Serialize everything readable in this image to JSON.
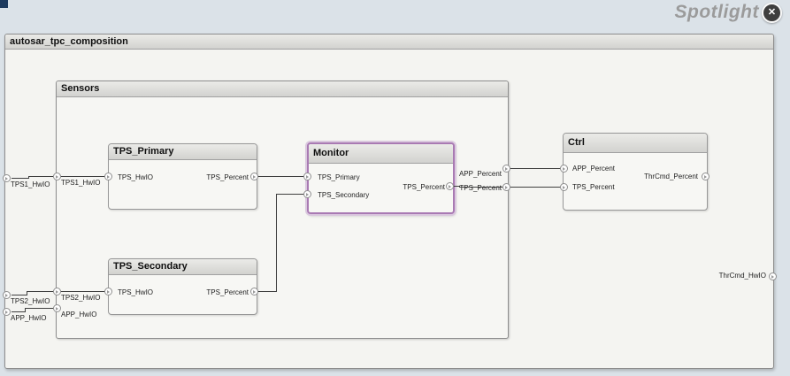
{
  "spotlight": {
    "title": "Spotlight",
    "close_glyph": "✕"
  },
  "composition": {
    "title": "autosar_tpc_composition",
    "boundary_inports": {
      "tps1": "TPS1_HwIO",
      "tps2": "TPS2_HwIO",
      "app": "APP_HwIO"
    },
    "boundary_outports": {
      "thrcmd": "ThrCmd_HwIO"
    }
  },
  "sensors": {
    "title": "Sensors",
    "boundary_inports": {
      "tps1": "TPS1_HwIO",
      "tps2": "TPS2_HwIO",
      "app": "APP_HwIO"
    },
    "boundary_outports": {
      "app_percent": "APP_Percent",
      "tps_percent": "TPS_Percent"
    }
  },
  "blocks": {
    "tps_primary": {
      "title": "TPS_Primary",
      "in1": "TPS_HwIO",
      "out1": "TPS_Percent"
    },
    "tps_secondary": {
      "title": "TPS_Secondary",
      "in1": "TPS_HwIO",
      "out1": "TPS_Percent"
    },
    "monitor": {
      "title": "Monitor",
      "highlighted": true,
      "in1": "TPS_Primary",
      "in2": "TPS_Secondary",
      "out1": "TPS_Percent"
    },
    "ctrl": {
      "title": "Ctrl",
      "in1": "APP_Percent",
      "in2": "TPS_Percent",
      "out1": "ThrCmd_Percent"
    }
  },
  "colors": {
    "canvas_bg": "#dbe2e8",
    "highlight_border": "#a97ab3",
    "highlight_halo": "#dac8de",
    "corner_accent": "#1d3a5e"
  }
}
